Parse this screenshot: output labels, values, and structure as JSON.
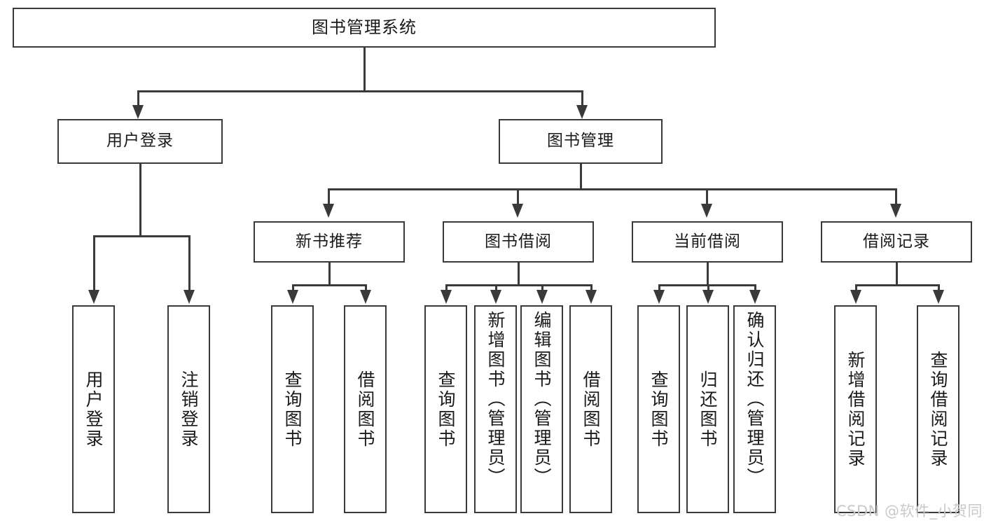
{
  "diagram": {
    "type": "tree-hierarchy",
    "title": "图书管理系统",
    "watermark": "CSDN @软件_小贺同学",
    "colors": {
      "stroke": "#3a3a3a",
      "fill": "#ffffff",
      "text": "#1a1a1a",
      "watermark": "#c9c9c9"
    },
    "nodes": {
      "root": {
        "label": "图书管理系统"
      },
      "level2": [
        {
          "label": "用户登录"
        },
        {
          "label": "图书管理"
        }
      ],
      "level3": [
        {
          "label": "新书推荐"
        },
        {
          "label": "图书借阅"
        },
        {
          "label": "当前借阅"
        },
        {
          "label": "借阅记录"
        }
      ],
      "leaves": {
        "user_login": [
          {
            "label": "用户登录"
          },
          {
            "label": "注销登录"
          }
        ],
        "new_book_recommend": [
          {
            "label": "查询图书"
          },
          {
            "label": "借阅图书"
          }
        ],
        "book_borrow": [
          {
            "label": "查询图书"
          },
          {
            "label": "新增图书（管理员）"
          },
          {
            "label": "编辑图书（管理员）"
          },
          {
            "label": "借阅图书"
          }
        ],
        "current_borrow": [
          {
            "label": "查询图书"
          },
          {
            "label": "归还图书"
          },
          {
            "label": "确认归还（管理员）"
          }
        ],
        "borrow_record": [
          {
            "label": "新增借阅记录"
          },
          {
            "label": "查询借阅记录"
          }
        ]
      }
    }
  }
}
